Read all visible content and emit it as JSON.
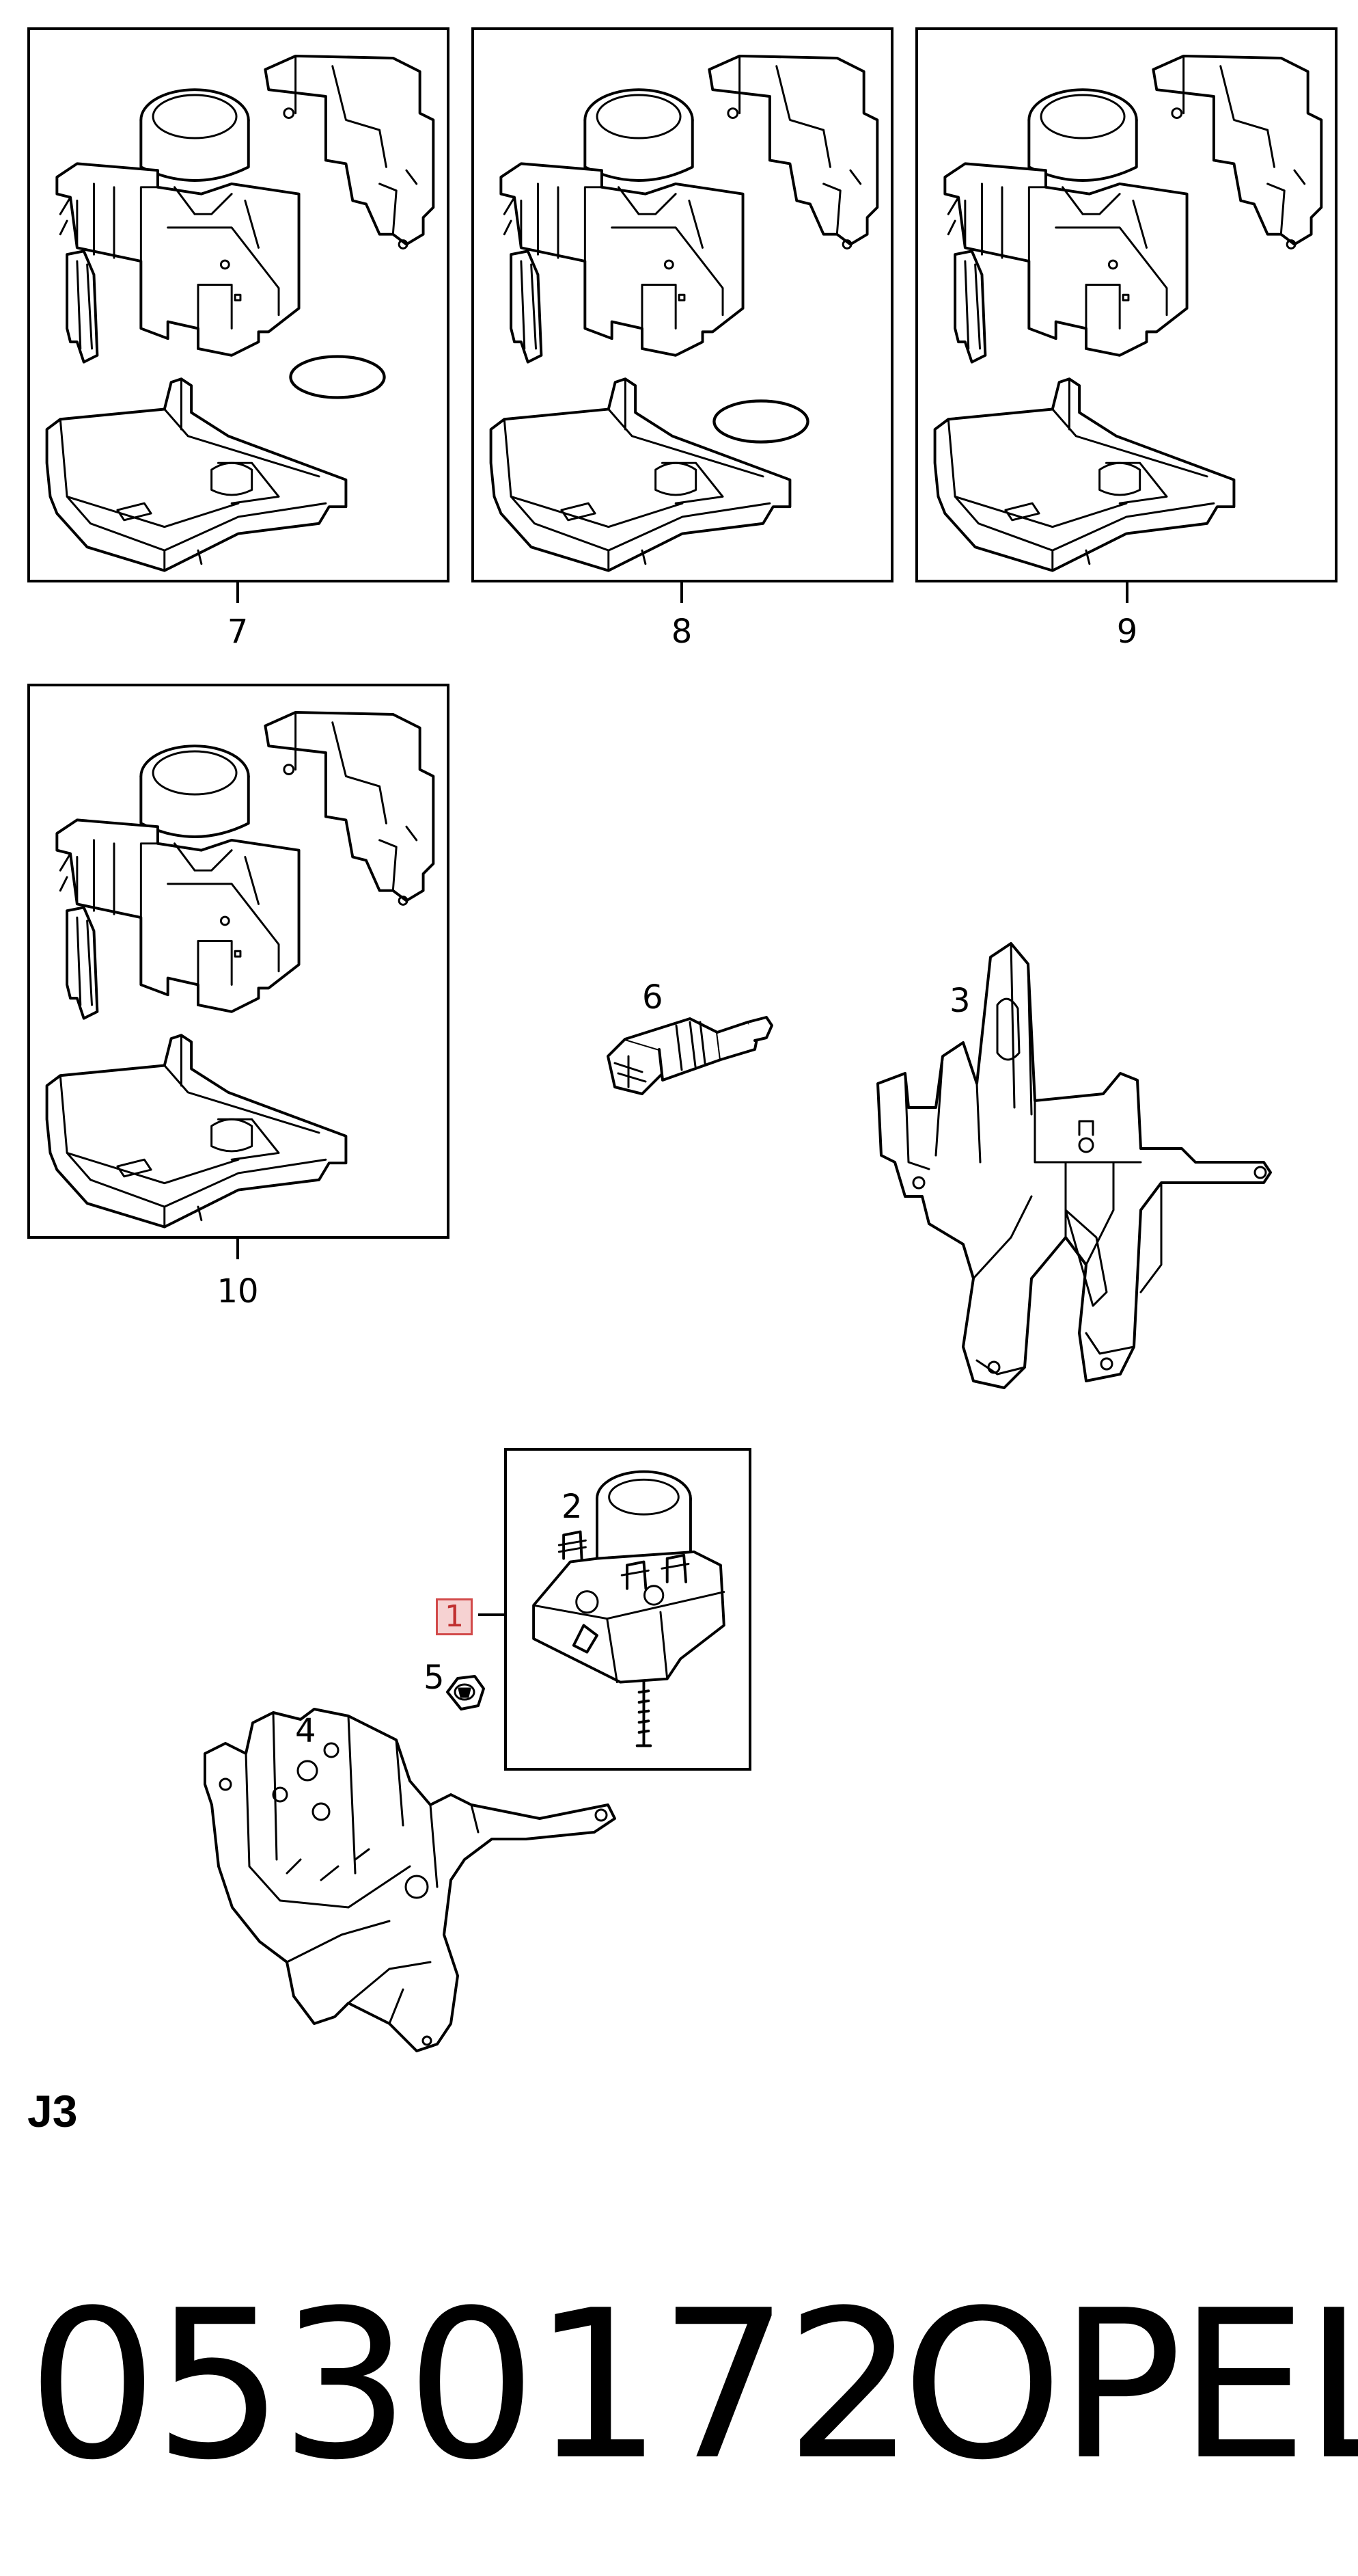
{
  "variants": [
    {
      "label": "7",
      "has_oval": true
    },
    {
      "label": "8",
      "has_oval": true
    },
    {
      "label": "9",
      "has_oval": false
    },
    {
      "label": "10",
      "has_oval": false
    }
  ],
  "callouts": {
    "sensor": "6",
    "bracket_upper": "3",
    "valve_body": "2",
    "modulator": "1",
    "grommet": "5",
    "bracket_lower": "4"
  },
  "footer": {
    "page_code": "J3",
    "part_number": "0530172",
    "brand": "OPEL"
  }
}
